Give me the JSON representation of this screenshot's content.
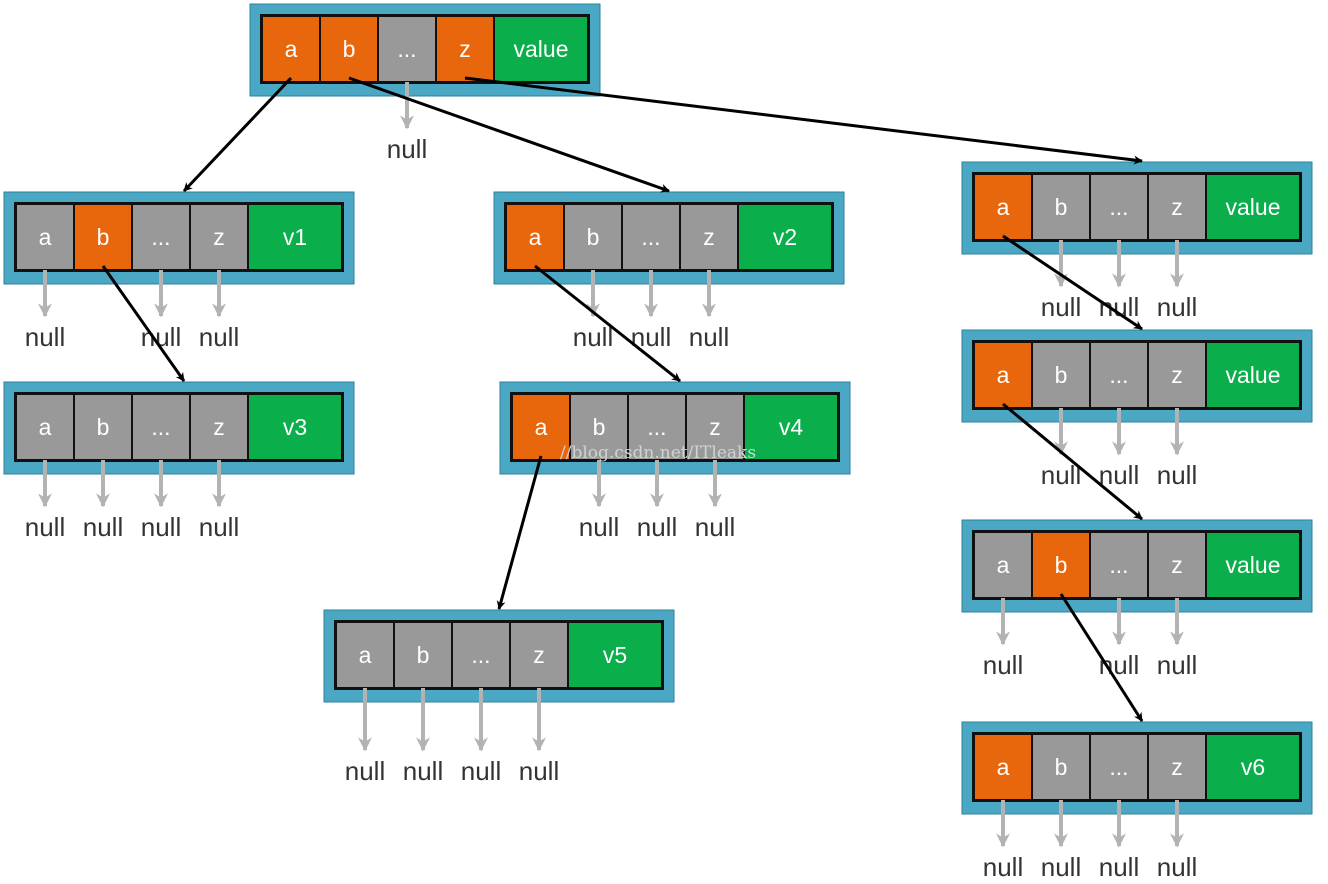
{
  "colors": {
    "node_frame": "#4ba8c4",
    "key_active": "#e8670c",
    "key_inactive": "#999999",
    "value_cell": "#0aae4b",
    "edge": "#000000",
    "null_arrow": "#b3b3b3",
    "null_text": "#333333"
  },
  "nodes": [
    {
      "id": "root",
      "cells": [
        "a",
        "b",
        "...",
        "z",
        "value"
      ],
      "active": [
        "a",
        "b",
        "z"
      ]
    },
    {
      "id": "n-v1",
      "cells": [
        "a",
        "b",
        "...",
        "z",
        "v1"
      ],
      "active": [
        "b"
      ]
    },
    {
      "id": "n-v2",
      "cells": [
        "a",
        "b",
        "...",
        "z",
        "v2"
      ],
      "active": [
        "a"
      ]
    },
    {
      "id": "n-r1",
      "cells": [
        "a",
        "b",
        "...",
        "z",
        "value"
      ],
      "active": [
        "a"
      ]
    },
    {
      "id": "n-v3",
      "cells": [
        "a",
        "b",
        "...",
        "z",
        "v3"
      ],
      "active": []
    },
    {
      "id": "n-v4",
      "cells": [
        "a",
        "b",
        "...",
        "z",
        "v4"
      ],
      "active": [
        "a"
      ]
    },
    {
      "id": "n-r2",
      "cells": [
        "a",
        "b",
        "...",
        "z",
        "value"
      ],
      "active": [
        "a"
      ]
    },
    {
      "id": "n-v5",
      "cells": [
        "a",
        "b",
        "...",
        "z",
        "v5"
      ],
      "active": []
    },
    {
      "id": "n-r3",
      "cells": [
        "a",
        "b",
        "...",
        "z",
        "value"
      ],
      "active": [
        "b"
      ]
    },
    {
      "id": "n-v6",
      "cells": [
        "a",
        "b",
        "...",
        "z",
        "v6"
      ],
      "active": [
        "a"
      ]
    }
  ],
  "edges": [
    {
      "from": "root",
      "key": "a",
      "to": "n-v1"
    },
    {
      "from": "root",
      "key": "b",
      "to": "n-v2"
    },
    {
      "from": "root",
      "key": "z",
      "to": "n-r1"
    },
    {
      "from": "n-v1",
      "key": "b",
      "to": "n-v3"
    },
    {
      "from": "n-v2",
      "key": "a",
      "to": "n-v4"
    },
    {
      "from": "n-r1",
      "key": "a",
      "to": "n-r2"
    },
    {
      "from": "n-v4",
      "key": "a",
      "to": "n-v5"
    },
    {
      "from": "n-r2",
      "key": "a",
      "to": "n-r3"
    },
    {
      "from": "n-r3",
      "key": "b",
      "to": "n-v6"
    }
  ],
  "null_label": "null",
  "watermark": "//blog.csdn.net/ITleaks"
}
